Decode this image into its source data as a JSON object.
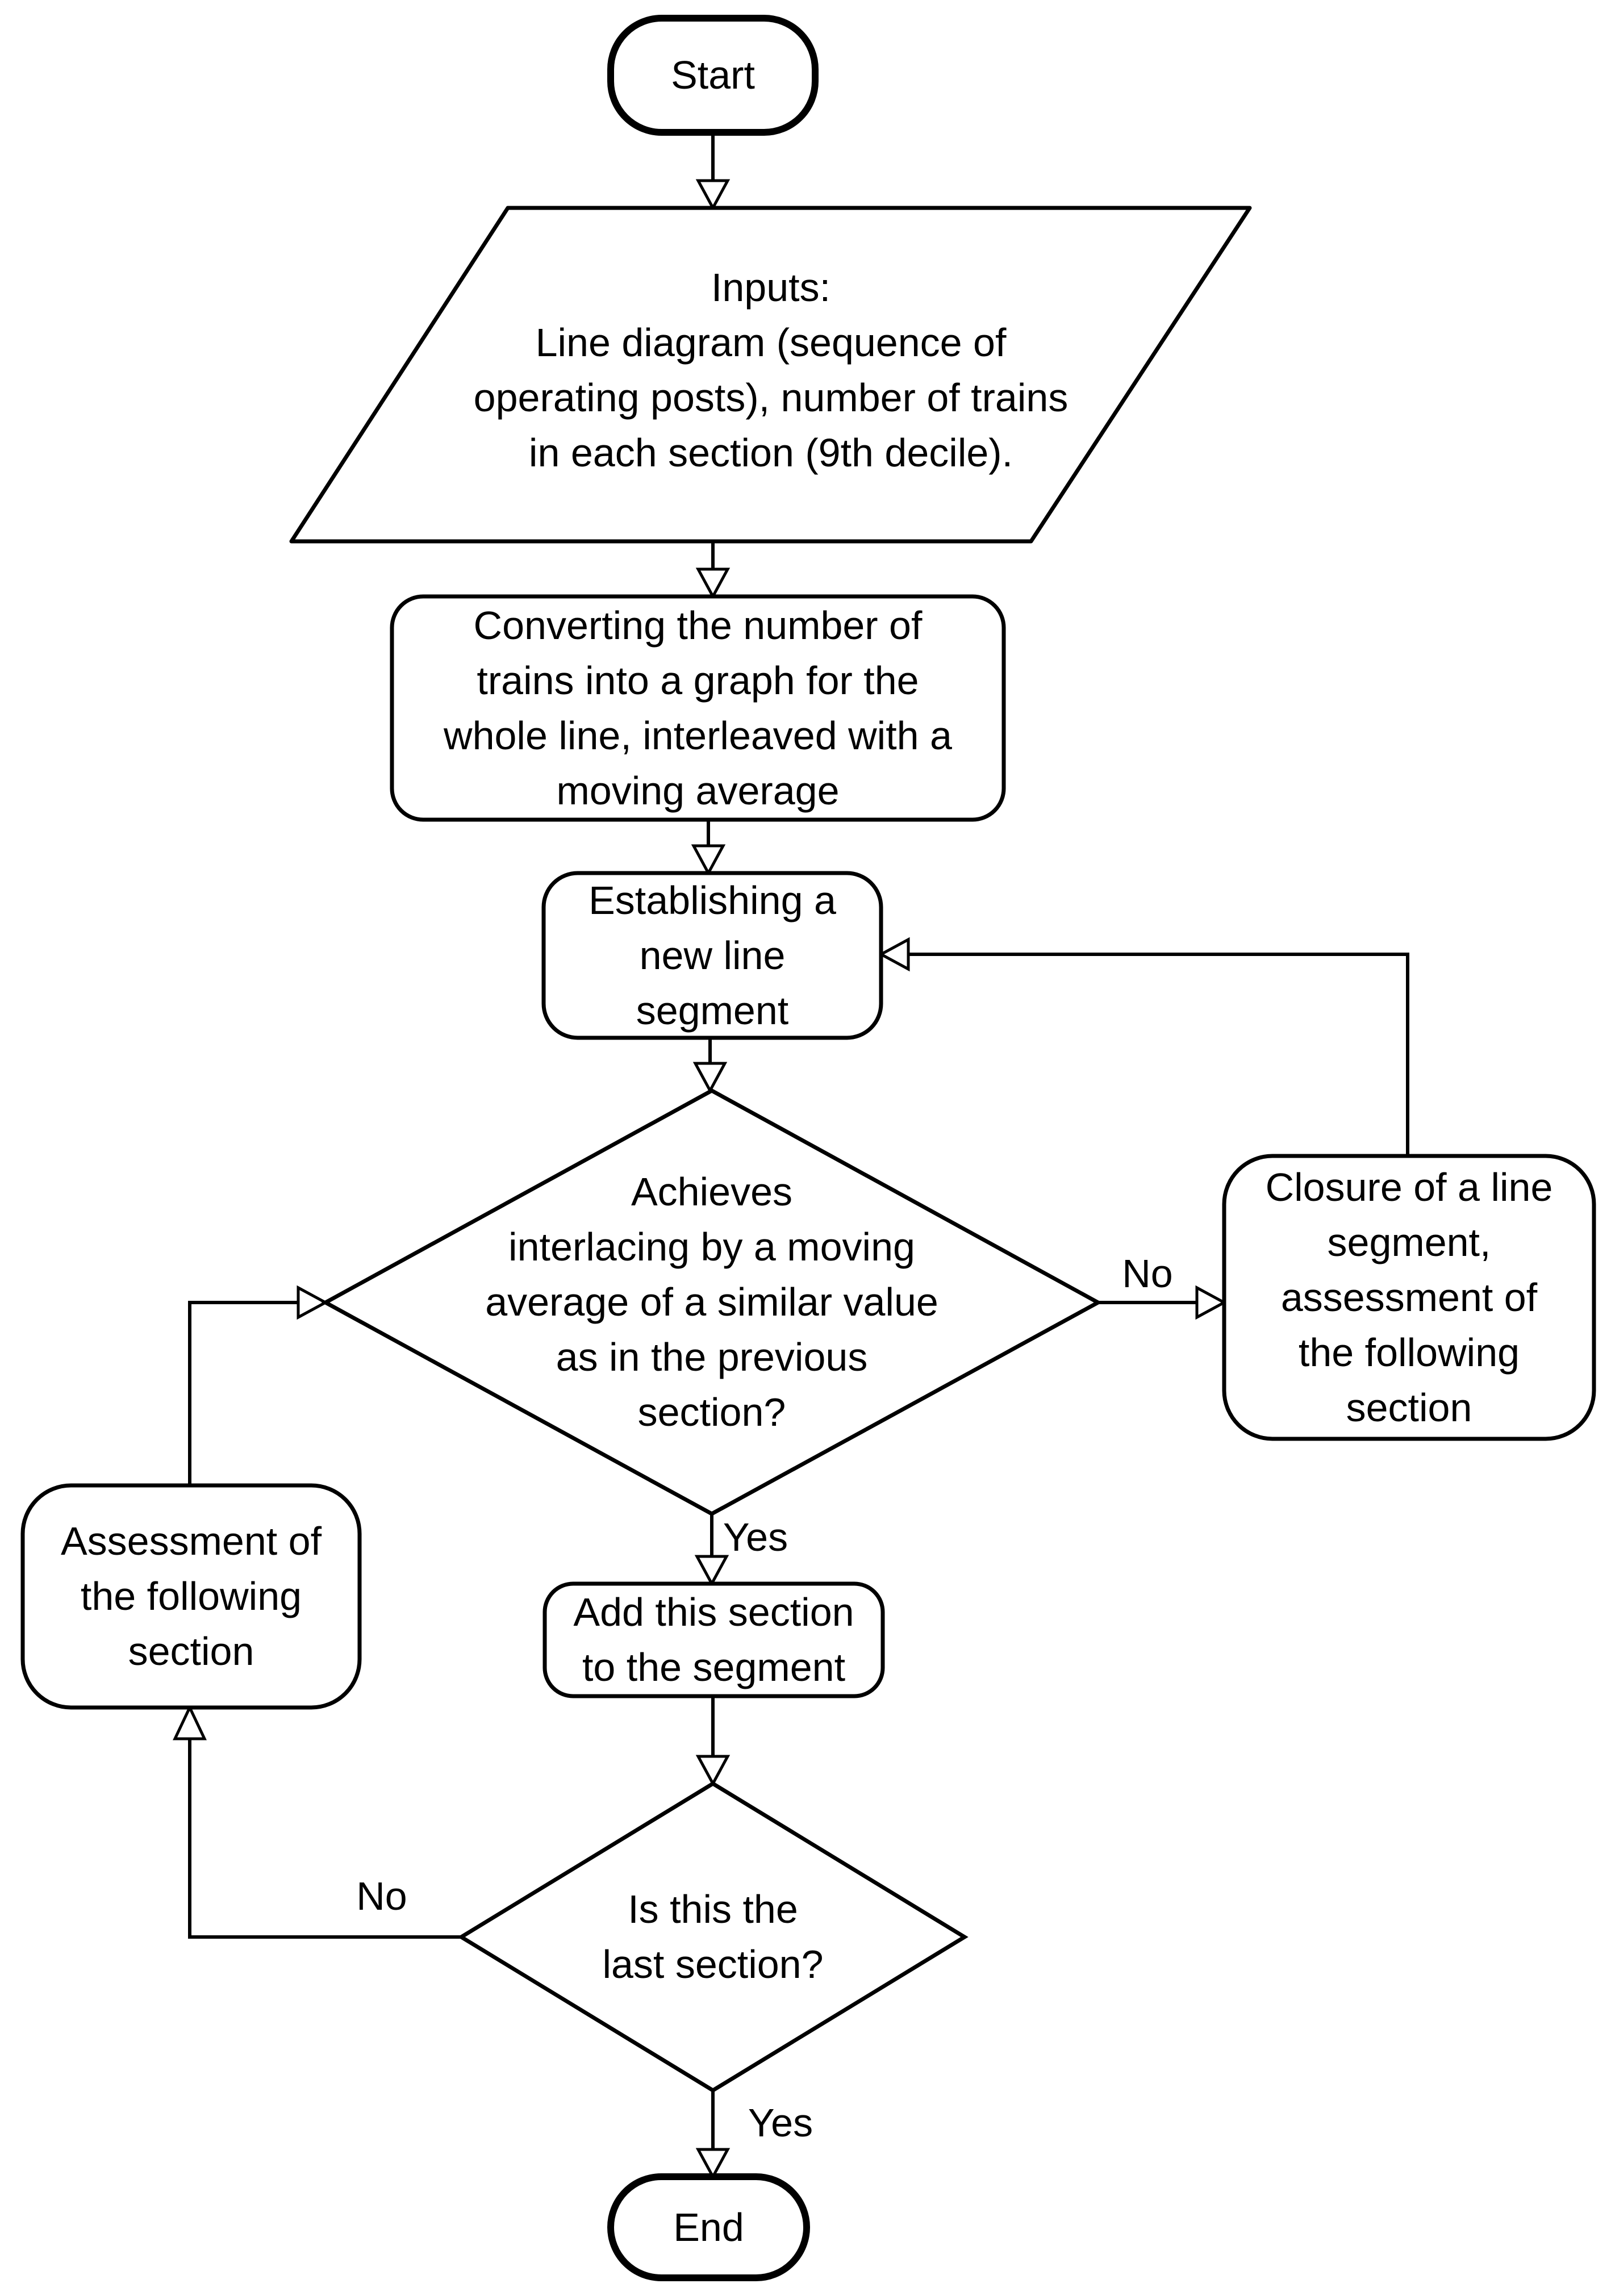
{
  "diagram": {
    "title": "Line segmentation flowchart",
    "colors": {
      "background": "#ffffff",
      "stroke": "#000000",
      "shape_fill": "#ffffff",
      "text": "#000000"
    },
    "nodes": {
      "start": {
        "type": "terminator",
        "label": "Start"
      },
      "inputs": {
        "type": "input",
        "label": "Inputs:\nLine diagram (sequence of\noperating posts), number of trains\nin each section (9th decile)."
      },
      "convert": {
        "type": "process",
        "label": "Converting the number of\ntrains into a graph for the\nwhole line, interleaved with a\nmoving average"
      },
      "establish": {
        "type": "process",
        "label": "Establishing a\nnew line\nsegment"
      },
      "decision_interlacing": {
        "type": "decision",
        "label": "Achieves\ninterlacing by a moving\naverage of a similar value\nas in the previous\nsection?"
      },
      "closure": {
        "type": "process",
        "label": "Closure of a line\nsegment,\nassessment of\nthe following\nsection"
      },
      "add_section": {
        "type": "process",
        "label": "Add this section\nto the segment"
      },
      "assessment": {
        "type": "process",
        "label": "Assessment of\nthe following\nsection"
      },
      "decision_last_section": {
        "type": "decision",
        "label": "Is this the\nlast section?"
      },
      "end": {
        "type": "terminator",
        "label": "End"
      }
    },
    "edge_labels": {
      "interlacing_no": "No",
      "interlacing_yes": "Yes",
      "last_section_no": "No",
      "last_section_yes": "Yes"
    }
  }
}
